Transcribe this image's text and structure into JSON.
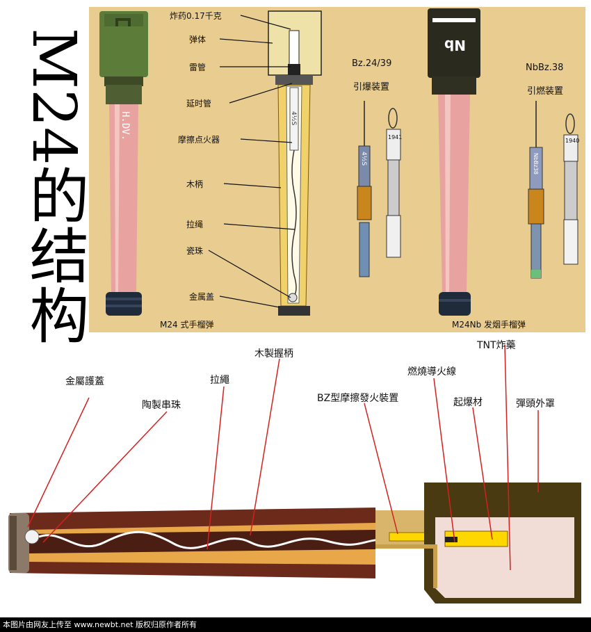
{
  "title": "M24的结构",
  "top_panel": {
    "labels": [
      "炸药0.17千克",
      "弹体",
      "雷管",
      "延时管",
      "摩擦点火器",
      "木柄",
      "拉绳",
      "瓷珠",
      "金属盖"
    ],
    "caption_left": "M24 式手榴弹",
    "caption_right": "M24Nb 发烟手榴弹",
    "fuse1_name": "Bz.24/39",
    "fuse1_desc": "引爆装置",
    "fuse2_name": "NbBz.38",
    "fuse2_desc": "引燃装置",
    "grenade_left_marking": "H.DV.",
    "grenade_right_marking": "Nb",
    "fuse1_tag": "1941",
    "fuse2_tag": "1940",
    "cut_marking": "4½S",
    "fuse1_marking": "4½S",
    "fuse2_marking": "NbBz38"
  },
  "bottom_panel": {
    "labels": [
      "金屬護蓋",
      "陶製串珠",
      "拉繩",
      "木製握柄",
      "BZ型摩擦發火裝置",
      "燃燒導火線",
      "TNT炸藥",
      "起爆材",
      "彈頭外罩"
    ]
  },
  "footer": "本图片由网友上传至 www.newbt.net 版权归原作者所有",
  "colors": {
    "panel_bg": "#e9cc8f",
    "handle_pink": "#e8a3a0",
    "head_green": "#5c7c3a",
    "smoke_head": "#2b2a1e",
    "leader_red": "#d42020",
    "bottom_wood": "#6b2a1a",
    "bottom_head": "#4a3a12",
    "tnt_fill": "#f2dcd6",
    "yellow": "#ffd700"
  }
}
